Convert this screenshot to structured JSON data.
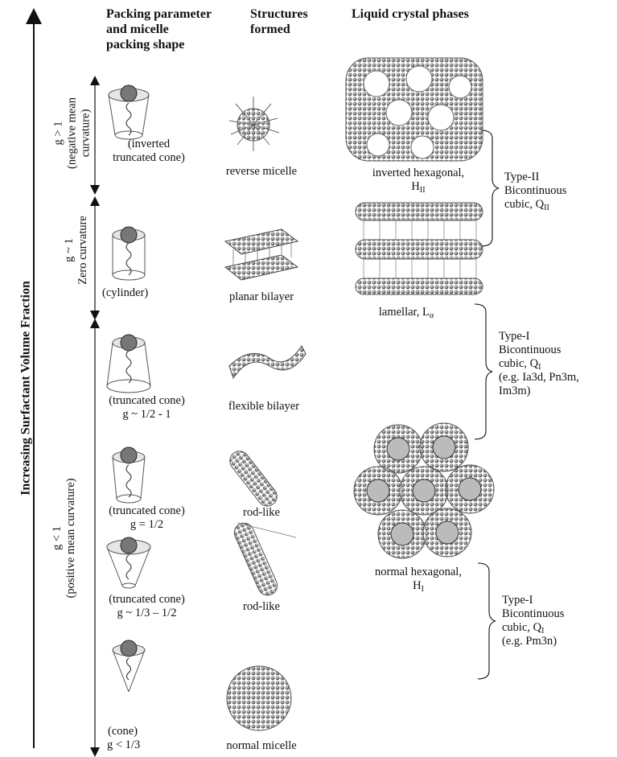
{
  "headers": {
    "packing": "Packing parameter and micelle packing shape",
    "packing_lines": [
      "Packing parameter",
      "and micelle",
      "packing shape"
    ],
    "structures_lines": [
      "Structures",
      "formed"
    ],
    "phases": "Liquid crystal phases"
  },
  "main_axis_label": "Increasing Surfactant Volume Fraction",
  "regions": {
    "negative": {
      "g": "g > 1",
      "curvature_lines": [
        "(negative mean",
        "curvature)"
      ]
    },
    "zero": {
      "g": "g ~ 1",
      "curvature": "Zero curvature"
    },
    "positive": {
      "g": "g < 1",
      "curvature": "(positive mean curvature)"
    }
  },
  "rows": [
    {
      "shape_lines": [
        "(inverted",
        "truncated cone)"
      ],
      "structure": "reverse micelle"
    },
    {
      "shape_lines": [
        "(cylinder)"
      ],
      "structure": "planar bilayer"
    },
    {
      "shape_lines": [
        "(truncated cone)",
        "g ~ 1/2 - 1"
      ],
      "structure": "flexible bilayer"
    },
    {
      "shape_lines": [
        "(truncated cone)",
        "g = 1/2"
      ],
      "structure": "rod-like"
    },
    {
      "shape_lines": [
        "(truncated cone)",
        "g ~ 1/3 – 1/2"
      ],
      "structure": "rod-like"
    },
    {
      "shape_lines": [
        "(cone)",
        "g < 1/3"
      ],
      "structure": "normal micelle"
    }
  ],
  "phases": {
    "inverted_hexagonal": {
      "text": "inverted hexagonal,",
      "symbol": "H",
      "sub": "II"
    },
    "lamellar": {
      "text": "lamellar, L",
      "sub": "α"
    },
    "normal_hexagonal": {
      "text": "normal hexagonal,",
      "symbol": "H",
      "sub": "I"
    }
  },
  "brackets": [
    {
      "lines": [
        "Type-II",
        "Bicontinuous"
      ],
      "last": "cubic, Q",
      "sub": "II",
      "extra": []
    },
    {
      "lines": [
        "Type-I",
        "Bicontinuous"
      ],
      "last": "cubic, Q",
      "sub": "I",
      "extra": [
        "(e.g. Ia3d, Pn3m,",
        "Im3m)"
      ]
    },
    {
      "lines": [
        "Type-I",
        "Bicontinuous"
      ],
      "last": "cubic, Q",
      "sub": "I",
      "extra": [
        "(e.g. Pm3n)"
      ]
    }
  ]
}
